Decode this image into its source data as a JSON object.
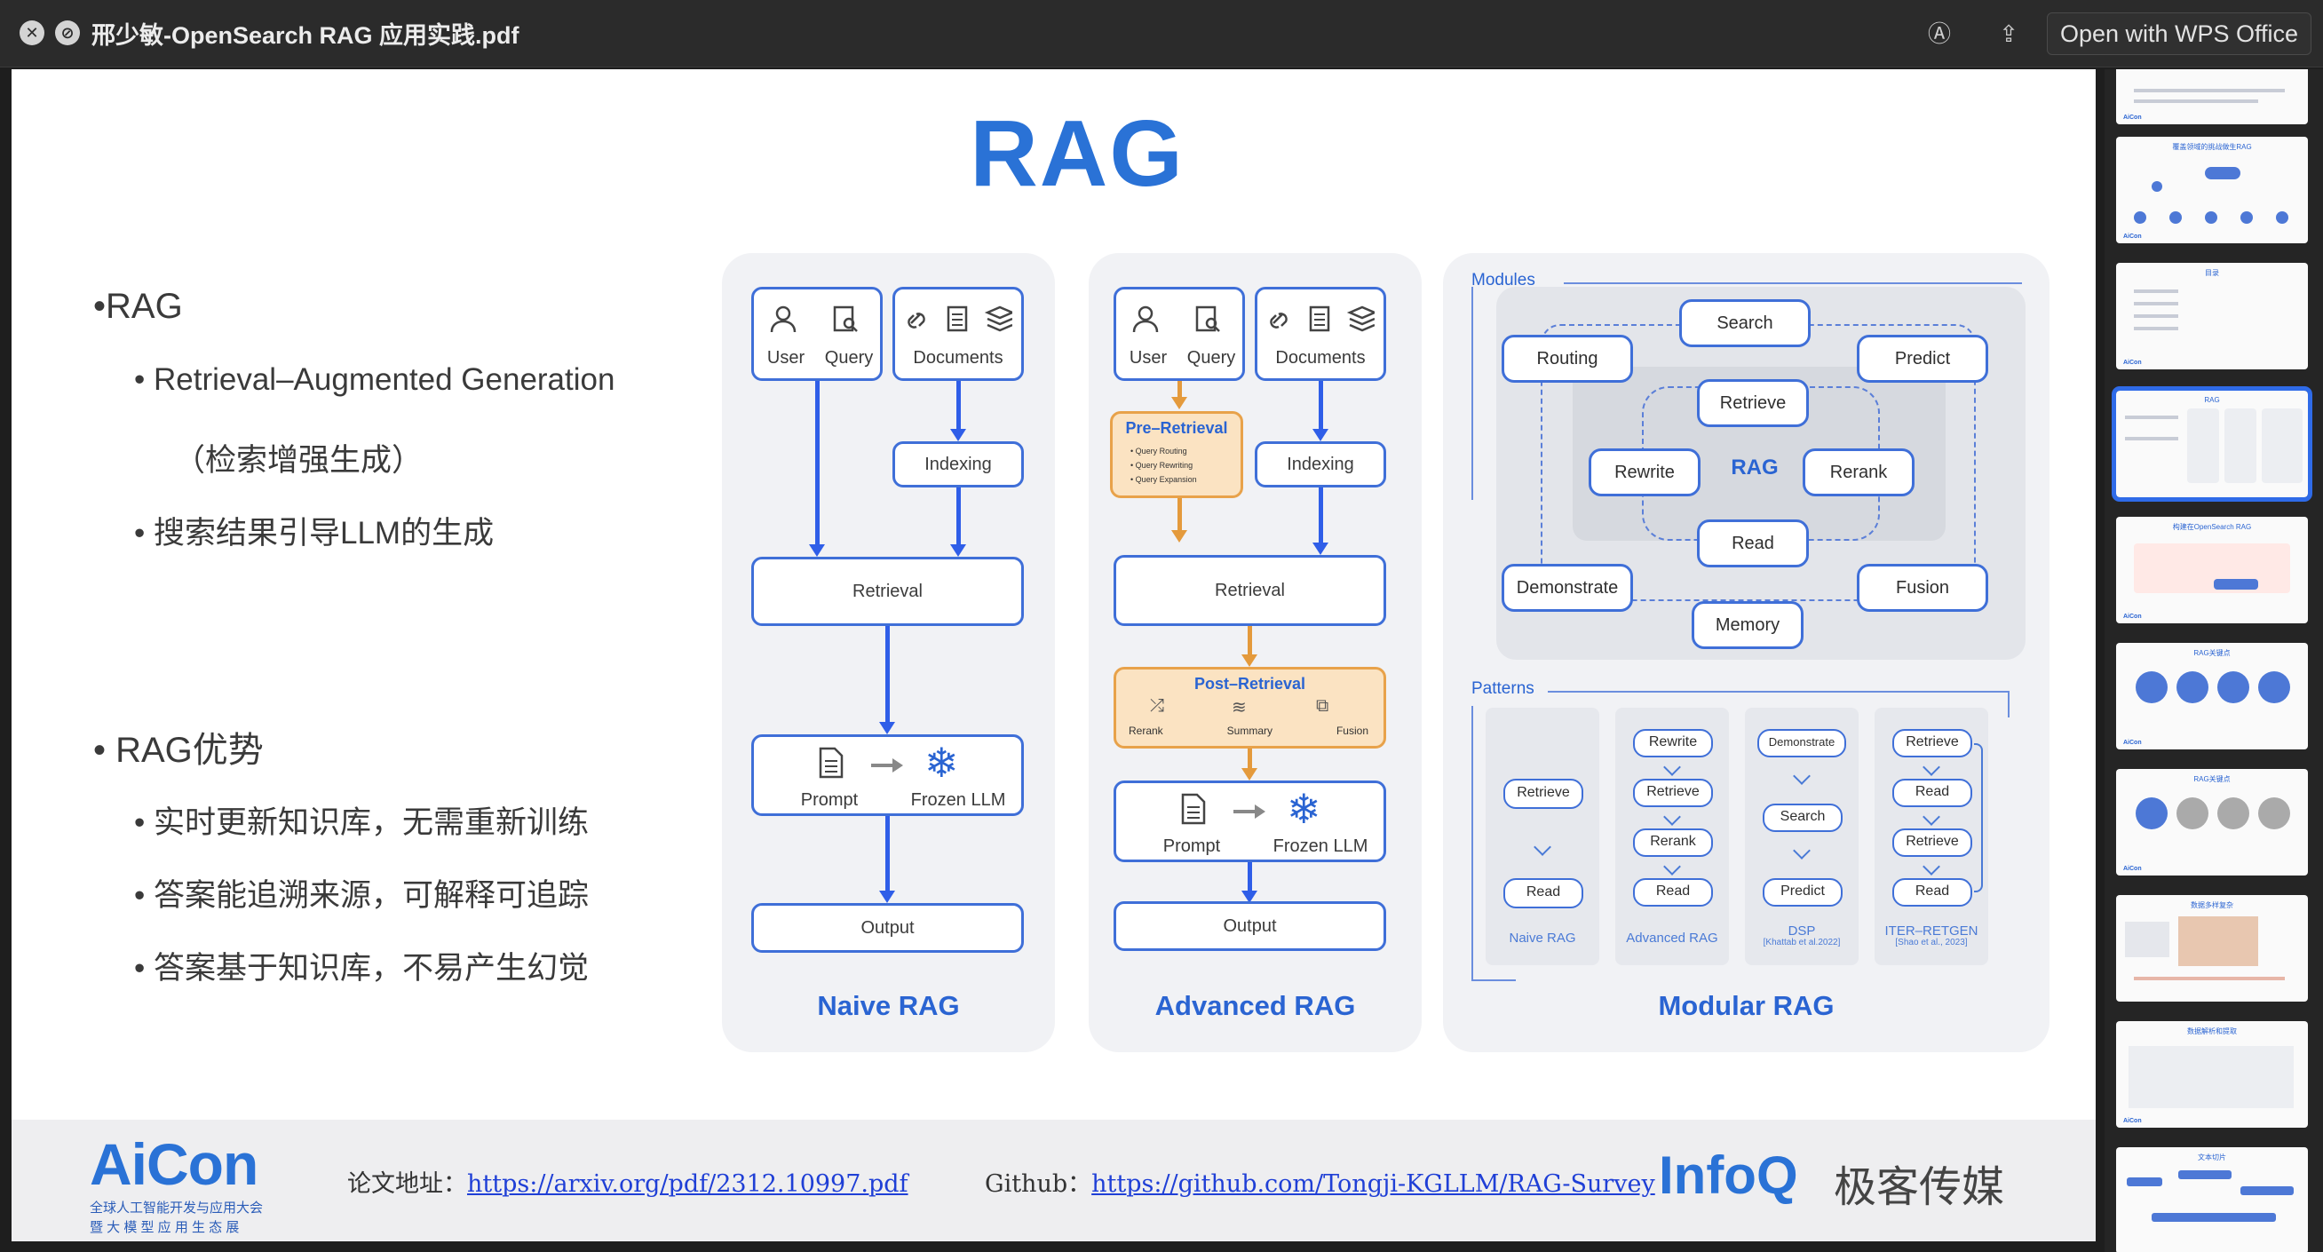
{
  "window": {
    "title": "邢少敏-OpenSearch RAG 应用实践.pdf",
    "open_with_label": "Open with WPS Office"
  },
  "slide": {
    "title": "RAG",
    "bullets": {
      "rag_heading": "•RAG",
      "rag_expansion": "• Retrieval–Augmented Generation",
      "rag_chinese": "（检索增强生成）",
      "rag_search_guides": "• 搜索结果引导LLM的生成",
      "adv_heading": "• RAG优势",
      "adv_1": "• 实时更新知识库，无需重新训练",
      "adv_2": "• 答案能追溯来源，可解释可追踪",
      "adv_3": "• 答案基于知识库，不易产生幻觉"
    },
    "naive": {
      "user": "User",
      "query": "Query",
      "documents": "Documents",
      "indexing": "Indexing",
      "retrieval": "Retrieval",
      "prompt": "Prompt",
      "frozen_llm": "Frozen LLM",
      "output": "Output",
      "title": "Naive RAG"
    },
    "advanced": {
      "user": "User",
      "query": "Query",
      "documents": "Documents",
      "pre_retrieval": "Pre–Retrieval",
      "pre_items": [
        "• Query Routing",
        "• Query Rewriting",
        "• Query Expansion"
      ],
      "indexing": "Indexing",
      "retrieval": "Retrieval",
      "post_retrieval": "Post–Retrieval",
      "post_items": [
        "Rerank",
        "Summary",
        "Fusion"
      ],
      "prompt": "Prompt",
      "frozen_llm": "Frozen LLM",
      "output": "Output",
      "title": "Advanced RAG"
    },
    "modular": {
      "modules_label": "Modules",
      "search": "Search",
      "routing": "Routing",
      "predict": "Predict",
      "retrieve": "Retrieve",
      "rewrite": "Rewrite",
      "rag": "RAG",
      "rerank": "Rerank",
      "read": "Read",
      "demonstrate": "Demonstrate",
      "fusion": "Fusion",
      "memory": "Memory",
      "patterns_label": "Patterns",
      "patterns": [
        {
          "steps": [
            "Retrieve",
            "Read"
          ],
          "caption": "Naive RAG",
          "sub": ""
        },
        {
          "steps": [
            "Rewrite",
            "Retrieve",
            "Rerank",
            "Read"
          ],
          "caption": "Advanced RAG",
          "sub": ""
        },
        {
          "steps": [
            "Demonstrate",
            "Search",
            "Predict"
          ],
          "caption": "DSP",
          "sub": "[Khattab et al.2022]"
        },
        {
          "steps": [
            "Retrieve",
            "Read",
            "Retrieve",
            "Read"
          ],
          "caption": "ITER–RETGEN",
          "sub": "[Shao et al., 2023]"
        }
      ],
      "title": "Modular RAG"
    },
    "footer": {
      "logo": "AiCon",
      "logo_sub1": "全球人工智能开发与应用大会",
      "logo_sub2": "暨 大 模 型 应 用 生 态 展",
      "paper_label": "论文地址：",
      "paper_url": "https://arxiv.org/pdf/2312.10997.pdf",
      "github_label": "Github：",
      "github_url": "https://github.com/Tongji-KGLLM/RAG-Survey",
      "infoq": "InfoQ",
      "infoq_cn": "极客传媒"
    }
  },
  "thumbnails": {
    "titles": [
      "",
      "覆盖领域的挑战做生RAG",
      "目录",
      "RAG",
      "构建在OpenSearch RAG",
      "RAG关键点",
      "RAG关键点",
      "数据多样复杂",
      "数据解析和提取",
      "文本切片"
    ],
    "selected_index": 3
  },
  "colors": {
    "accent": "#2a72d6",
    "arrow_blue": "#2f5ee8",
    "orange": "#e8a24a"
  }
}
